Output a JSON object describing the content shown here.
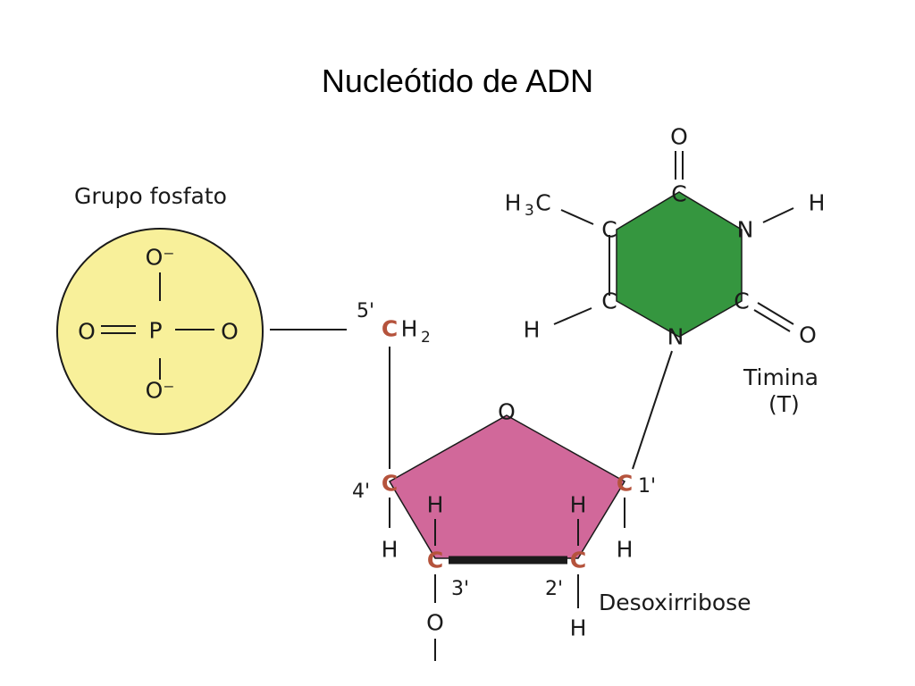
{
  "title": "Nucleótido de ADN",
  "colors": {
    "phosphate_fill": "#f8f09a",
    "base_fill": "#35963f",
    "sugar_fill": "#d1689a",
    "sugar_carbon": "#b5533c",
    "ring_bond": "#1a1a1a"
  },
  "labels": {
    "phosphate_group": "Grupo fosfato",
    "base_name": "Timina",
    "base_code": "(T)",
    "sugar_name": "Desoxirribose"
  },
  "phosphate": {
    "o_top": "O⁻",
    "o_bottom": "O⁻",
    "o_left": "O",
    "p": "P",
    "o_right": "O"
  },
  "sugar": {
    "c5_prime": "5'",
    "c5_atom": "C",
    "h2": "H",
    "h2_sub": "2",
    "ring_o": "O",
    "c4": "C",
    "c4_prime": "4'",
    "c1": "C",
    "c1_prime": "1'",
    "c3": "C",
    "c3_prime": "3'",
    "c2": "C",
    "c2_prime": "2'",
    "h4": "H",
    "h1": "H",
    "h3_up": "H",
    "h2_up": "H",
    "h2_down": "H",
    "o3": "O"
  },
  "thymine": {
    "o_top": "O",
    "c4": "C",
    "n3": "N",
    "h_n3": "H",
    "c2": "C",
    "o_c2": "O",
    "n1": "N",
    "c6": "C",
    "h_c6": "H",
    "c5": "C",
    "methyl_h": "H",
    "methyl_sub": "3",
    "methyl_c": "C"
  }
}
